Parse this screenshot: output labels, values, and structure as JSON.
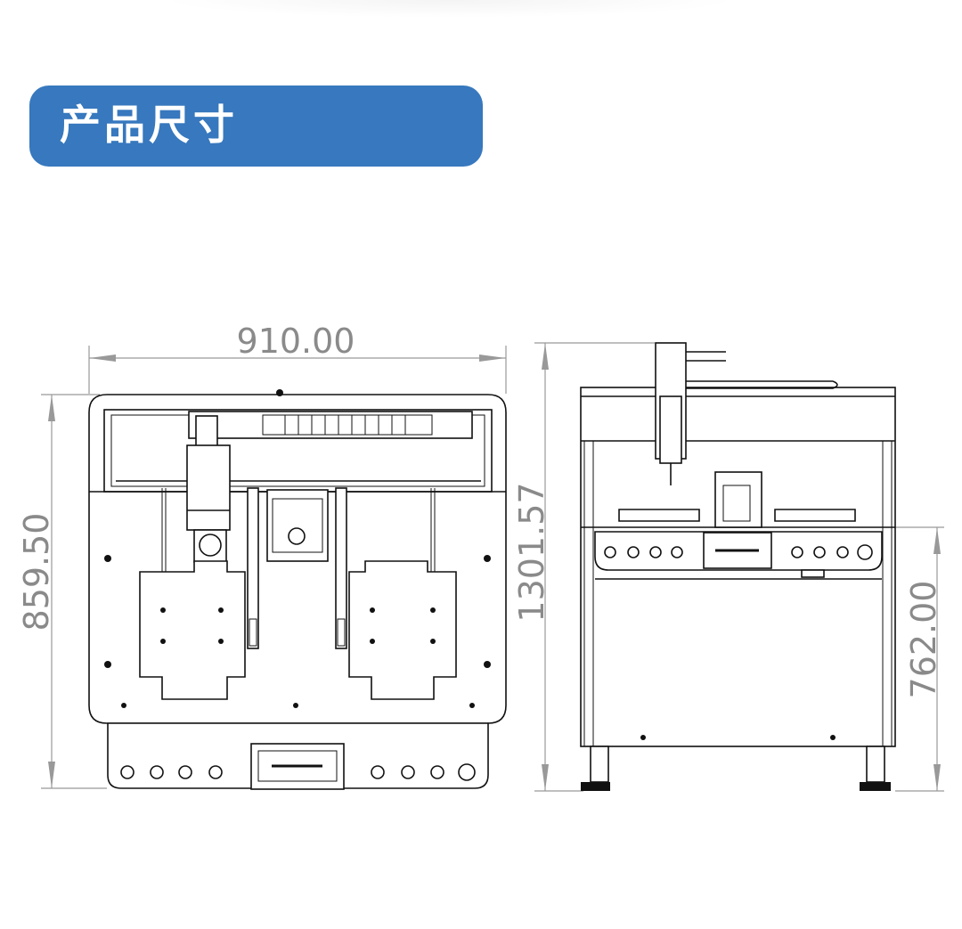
{
  "header": {
    "title": "产品尺寸",
    "accent_color": "#3778be"
  },
  "front_view": {
    "width_dimension": "910.00",
    "height_dimension": "859.50"
  },
  "side_view": {
    "total_height_dimension": "1301.57",
    "table_height_dimension": "762.00"
  }
}
